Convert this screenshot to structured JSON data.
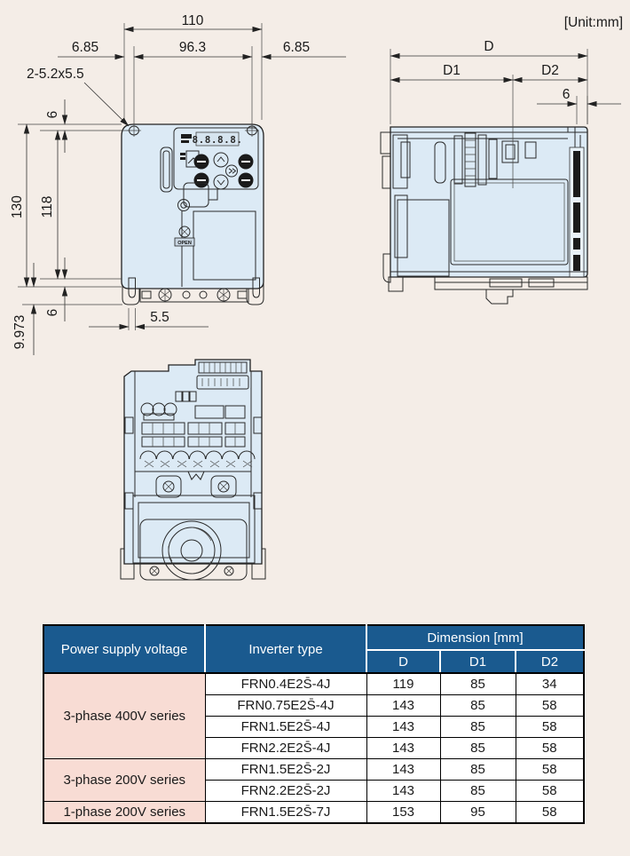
{
  "unit_label": "[Unit:mm]",
  "colors": {
    "page_bg": "#F4EDE7",
    "body_fill": "#DCEAF5",
    "accent_blue": "#1A5A8F",
    "row_pink": "#F8DCD4"
  },
  "front_view": {
    "dim_width": "110",
    "dim_margin_left": "6.85",
    "dim_width_inner": "96.3",
    "dim_margin_right": "6.85",
    "dim_hole": "2-5.2x5.5",
    "dim_top": "6",
    "dim_height": "130",
    "dim_height_inner": "118",
    "dim_bottom": "6",
    "dim_foot": "9.973",
    "dim_foot_offset": "5.5",
    "display": "8.8.8.8.",
    "open_label": "OPEN"
  },
  "side_view": {
    "dim_d": "D",
    "dim_d1": "D1",
    "dim_d2": "D2",
    "dim_front": "6"
  },
  "table": {
    "header": {
      "power": "Power supply voltage",
      "inverter": "Inverter type",
      "dimension": "Dimension [mm]",
      "d": "D",
      "d1": "D1",
      "d2": "D2"
    },
    "rows": [
      {
        "group": "3-phase 400V series",
        "type": "FRN0.4E2S̄-4J",
        "d": "119",
        "d1": "85",
        "d2": "34"
      },
      {
        "type": "FRN0.75E2S̄-4J",
        "d": "143",
        "d1": "85",
        "d2": "58"
      },
      {
        "type": "FRN1.5E2S̄-4J",
        "d": "143",
        "d1": "85",
        "d2": "58"
      },
      {
        "type": "FRN2.2E2S̄-4J",
        "d": "143",
        "d1": "85",
        "d2": "58"
      },
      {
        "group": "3-phase 200V series",
        "type": "FRN1.5E2S̄-2J",
        "d": "143",
        "d1": "85",
        "d2": "58"
      },
      {
        "type": "FRN2.2E2S̄-2J",
        "d": "143",
        "d1": "85",
        "d2": "58"
      },
      {
        "group": "1-phase 200V series",
        "type": "FRN1.5E2S̄-7J",
        "d": "153",
        "d1": "95",
        "d2": "58"
      }
    ]
  }
}
